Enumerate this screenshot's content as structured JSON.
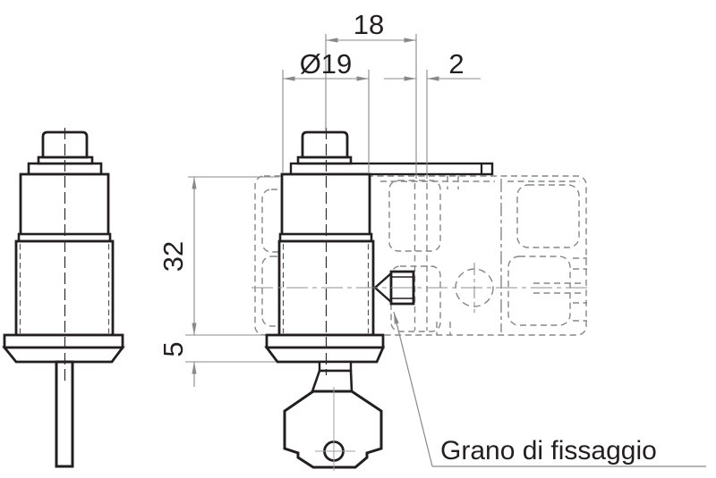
{
  "drawing": {
    "type": "technical-orthographic-drawing",
    "dimensions": {
      "top_width": "18",
      "diameter": "Ø19",
      "slot_offset": "2",
      "body_height": "32",
      "flange_height": "5"
    },
    "callout": {
      "set_screw": "Grano di fissaggio"
    },
    "colors": {
      "outline": "#231f20",
      "dimension_lines": "#87898c",
      "hidden_profile_lines": "#85878a",
      "centerlines": "#9b9da0",
      "background": "#ffffff"
    }
  }
}
